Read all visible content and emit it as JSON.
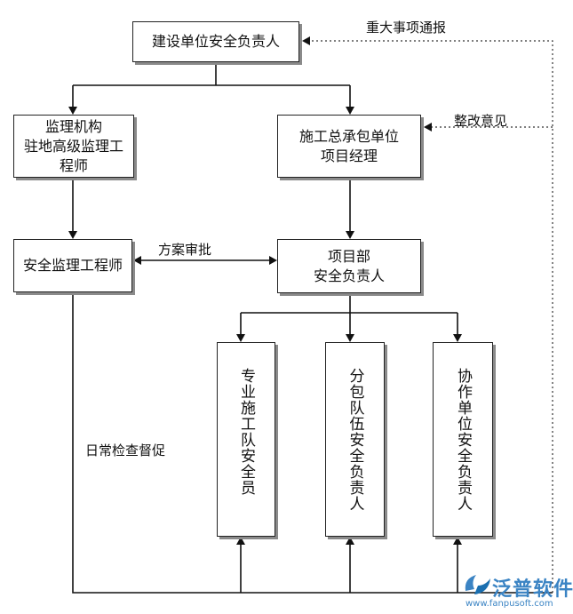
{
  "nodes": {
    "construction_unit": "建设单位安全负责人",
    "supervision_org_line1": "监理机构",
    "supervision_org_line2": "驻地高级监理工",
    "supervision_org_line3": "程师",
    "general_contractor_line1": "施工总承包单位",
    "general_contractor_line2": "项目经理",
    "safety_engineer": "安全监理工程师",
    "project_dept_line1": "项目部",
    "project_dept_line2": "安全负责人",
    "team_safety_officer": "专业施工队安全员",
    "subcontract_safety": "分包队伍安全负责人",
    "partner_safety": "协作单位安全负责人"
  },
  "edge_labels": {
    "major_report": "重大事项通报",
    "rectification": "整改意见",
    "plan_review": "方案审批",
    "daily_inspection": "日常检查督促"
  },
  "logo": {
    "name": "泛普软件",
    "url": "www.fanpusoft.com",
    "color": "#3b84c4"
  }
}
